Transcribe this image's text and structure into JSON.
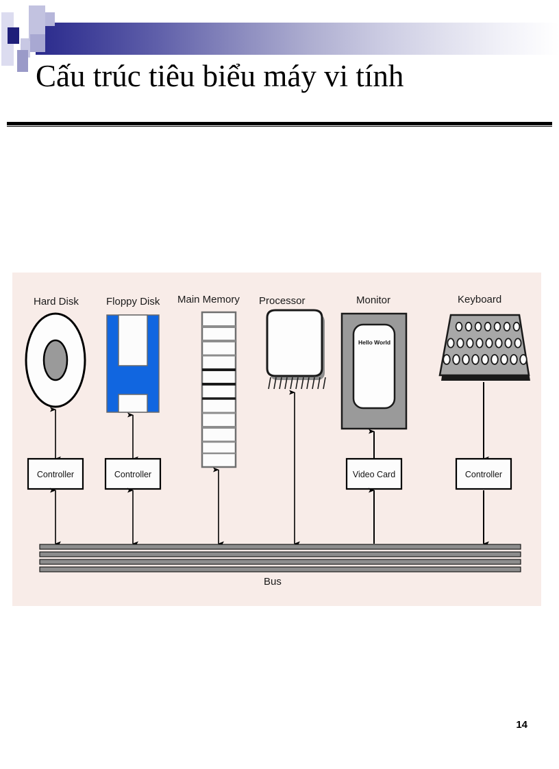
{
  "slide": {
    "title": "Cấu trúc tiêu biểu máy vi tính",
    "page_number": "14",
    "accent_color": "#2a2a8c",
    "decor_light": "#c8c8e4",
    "decor_mid": "#9a9ac8",
    "decor_dark": "#1f1f7a"
  },
  "diagram": {
    "background_color": "#f8ece8",
    "bus_label": "Bus",
    "devices": [
      {
        "id": "hard-disk",
        "label": "Hard Disk",
        "icon": "hard-disk-icon",
        "controller_label": "Controller",
        "arrow": "bidirectional"
      },
      {
        "id": "floppy-disk",
        "label": "Floppy Disk",
        "icon": "floppy-disk-icon",
        "color": "#1166e0",
        "controller_label": "Controller",
        "arrow": "bidirectional"
      },
      {
        "id": "main-memory",
        "label": "Main Memory",
        "icon": "memory-icon",
        "controller_label": "",
        "arrow": "bidirectional",
        "cells": 11
      },
      {
        "id": "processor",
        "label": "Processor",
        "icon": "processor-chip-icon",
        "controller_label": "",
        "arrow": "bidirectional",
        "pins": 11
      },
      {
        "id": "monitor",
        "label": "Monitor",
        "icon": "monitor-icon",
        "screen_text": "Hello World",
        "controller_label": "Video Card",
        "arrow": "up"
      },
      {
        "id": "keyboard",
        "label": "Keyboard",
        "icon": "keyboard-icon",
        "controller_label": "Controller",
        "arrow": "down",
        "key_rows": [
          7,
          8,
          9
        ]
      }
    ]
  }
}
